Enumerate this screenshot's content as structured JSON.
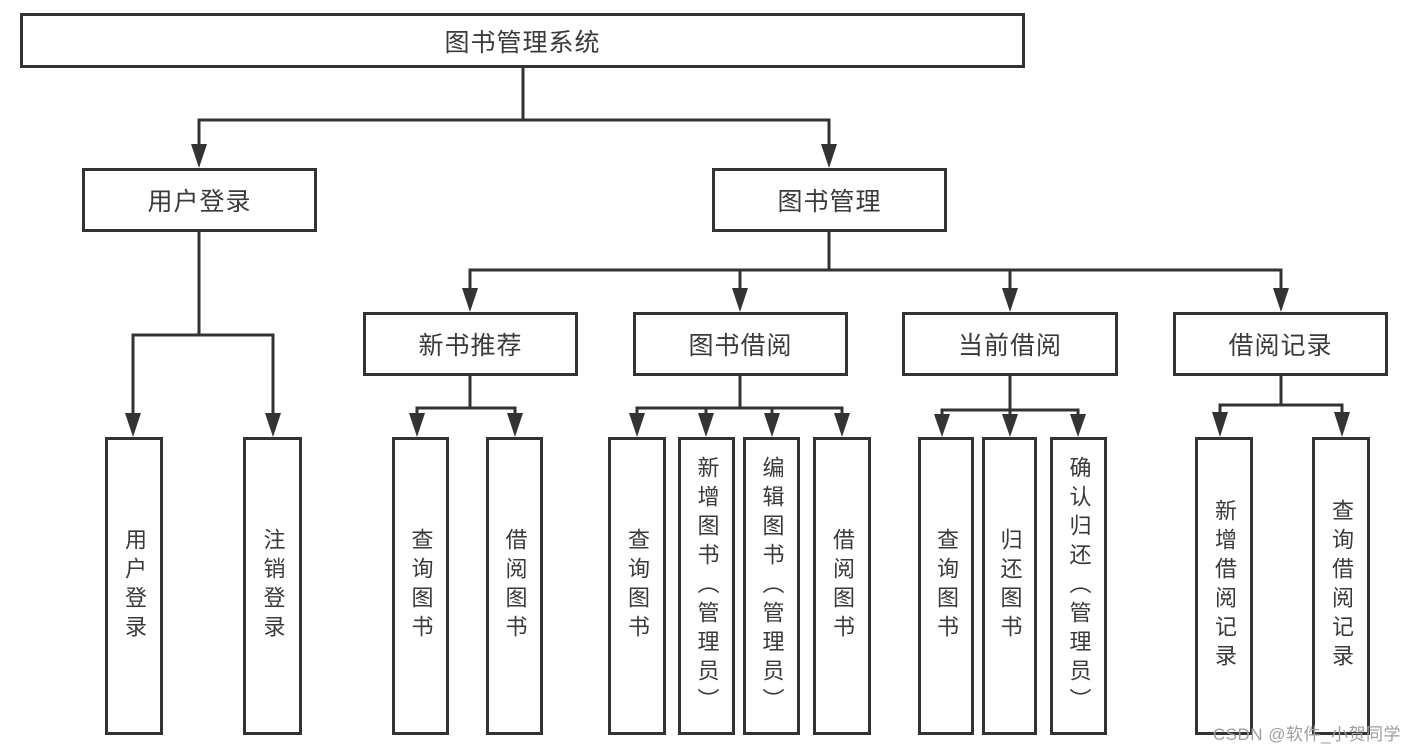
{
  "diagram": {
    "root": {
      "label": "图书管理系统"
    },
    "branches": [
      {
        "label": "用户登录",
        "children": [
          {
            "label": "用户登录"
          },
          {
            "label": "注销登录"
          }
        ]
      },
      {
        "label": "图书管理",
        "children": [
          {
            "label": "新书推荐",
            "children": [
              {
                "label": "查询图书"
              },
              {
                "label": "借阅图书"
              }
            ]
          },
          {
            "label": "图书借阅",
            "children": [
              {
                "label": "查询图书"
              },
              {
                "label": "新增图书（管理员）"
              },
              {
                "label": "编辑图书（管理员）"
              },
              {
                "label": "借阅图书"
              }
            ]
          },
          {
            "label": "当前借阅",
            "children": [
              {
                "label": "查询图书"
              },
              {
                "label": "归还图书"
              },
              {
                "label": "确认归还（管理员）"
              }
            ]
          },
          {
            "label": "借阅记录",
            "children": [
              {
                "label": "新增借阅记录"
              },
              {
                "label": "查询借阅记录"
              }
            ]
          }
        ]
      }
    ]
  },
  "watermark": {
    "text": "CSDN @软件_小贺同学"
  },
  "colors": {
    "line": "#333333",
    "text": "#3a3a3a",
    "background": "#ffffff",
    "watermark": "#9e9e9e"
  }
}
